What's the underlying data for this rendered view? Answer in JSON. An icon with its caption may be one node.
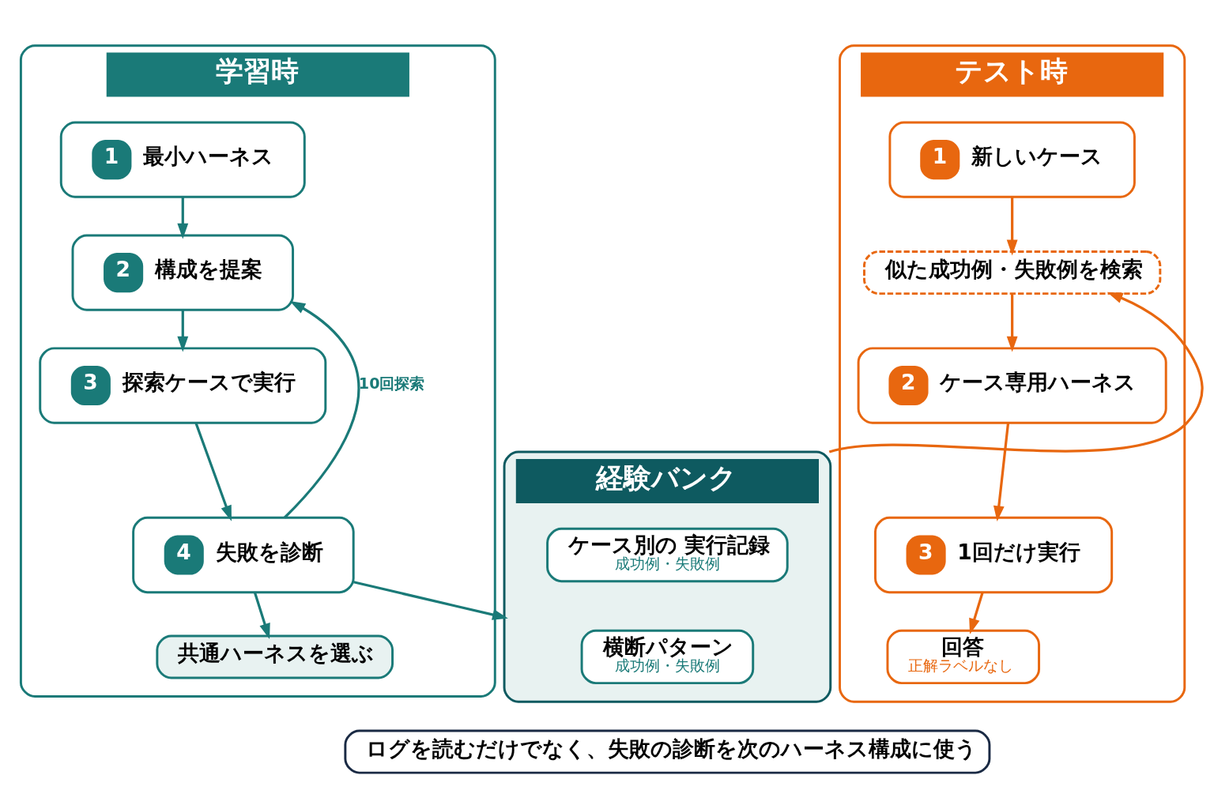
{
  "diagram": {
    "nodes": [
      {
        "text": [
          "学習時"
        ]
      },
      {
        "text": [
          "1",
          "最小ハーネス"
        ],
        "in": 0
      },
      {
        "text": [
          "2",
          "構成を提案"
        ],
        "in": 0
      },
      {
        "text": [
          "3",
          "探索ケースで実行"
        ],
        "in": 0
      },
      {
        "text": [
          "4",
          "失敗を診断"
        ],
        "in": 0
      },
      {
        "text": [
          "共通ハーネスを選ぶ"
        ],
        "in": 0
      },
      {
        "text": [
          "経験バンク"
        ]
      },
      {
        "text": [
          "ケース別の 実行記録",
          "成功例・失敗例"
        ],
        "in": 6
      },
      {
        "text": [
          "横断パターン",
          "成功例・失敗例"
        ],
        "in": 6
      },
      {
        "text": [
          "テスト時"
        ]
      },
      {
        "text": [
          "1",
          "新しいケース"
        ],
        "in": 9
      },
      {
        "text": [
          "似た成功例・失敗例を検索"
        ],
        "in": 9
      },
      {
        "text": [
          "2",
          "ケース専用ハーネス"
        ],
        "in": 9
      },
      {
        "text": [
          "3",
          "1回だけ実行"
        ],
        "in": 9
      },
      {
        "text": [
          "回答",
          "正解ラベルなし"
        ],
        "in": 9
      },
      {
        "text": [
          "ログを読むだけでなく、失敗の診断を次のハーネス構成に使う"
        ]
      }
    ],
    "edges": [
      {
        "from": 1,
        "to": 2,
        "arrow": "to"
      },
      {
        "from": 2,
        "to": 3,
        "arrow": "to"
      },
      {
        "from": 3,
        "to": 4,
        "arrow": "to"
      },
      {
        "from": 4,
        "to": 5,
        "arrow": "to"
      },
      {
        "from": 4,
        "to": 2,
        "arrow": "to",
        "label": "10回探索"
      },
      {
        "from": 4,
        "to": 6,
        "arrow": "to"
      },
      {
        "from": 6,
        "to": 11,
        "arrow": "to",
        "color": "#e8670f"
      },
      {
        "from": 10,
        "to": 11,
        "arrow": "to",
        "color": "#e8670f"
      },
      {
        "from": 11,
        "to": 12,
        "arrow": "to",
        "color": "#e8670f"
      },
      {
        "from": 12,
        "to": 13,
        "arrow": "to",
        "color": "#e8670f"
      },
      {
        "from": 13,
        "to": 14,
        "arrow": "to",
        "color": "#e8670f"
      }
    ]
  }
}
